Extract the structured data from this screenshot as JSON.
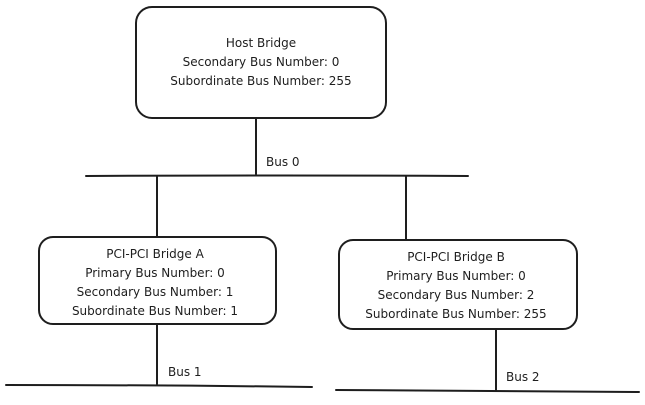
{
  "host_bridge": {
    "title": "Host Bridge",
    "secondary": "Secondary Bus Number: 0",
    "subordinate": "Subordinate Bus Number: 255"
  },
  "bridge_a": {
    "title": "PCI-PCI Bridge A",
    "primary": "Primary Bus Number: 0",
    "secondary": "Secondary Bus Number: 1",
    "subordinate": "Subordinate Bus Number: 1"
  },
  "bridge_b": {
    "title": "PCI-PCI Bridge B",
    "primary": "Primary Bus Number: 0",
    "secondary": "Secondary Bus Number: 2",
    "subordinate": "Subordinate Bus Number: 255"
  },
  "buses": {
    "bus0": "Bus 0",
    "bus1": "Bus 1",
    "bus2": "Bus 2"
  }
}
